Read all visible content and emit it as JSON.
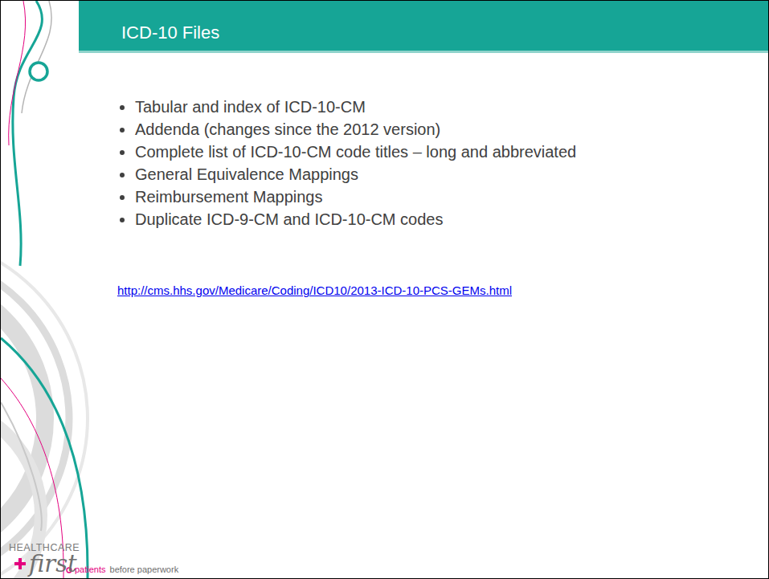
{
  "diagram": {
    "title": "ICD-10 Files",
    "labels": [
      "Tabular and index of ICD-10-CM",
      "Addenda (changes since the 2012 version)",
      "Complete list of ICD-10-CM code titles – long and abbreviated",
      "General Equivalence Mappings",
      "Reimbursement Mappings",
      "Duplicate ICD-9-CM and ICD-10-CM codes",
      "http://cms.hhs.gov/Medicare/Coding/ICD10/2013-ICD-10-PCS-GEMs.html",
      "HEALTHCARE",
      "first",
      "patients",
      "before paperwork"
    ]
  }
}
